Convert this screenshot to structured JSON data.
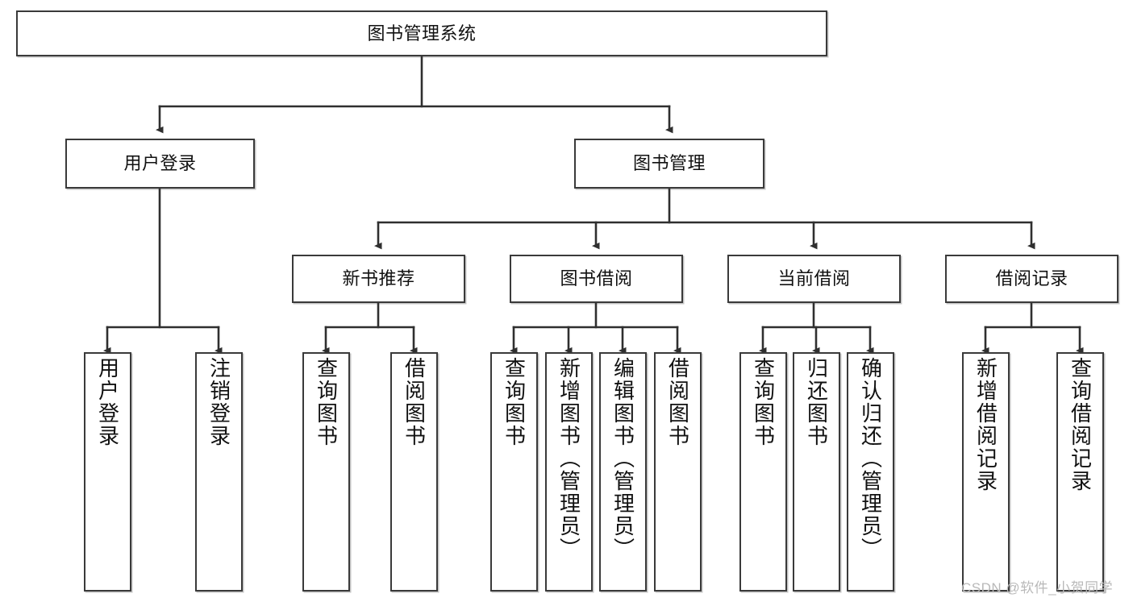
{
  "diagram": {
    "type": "tree",
    "title": "图书管理系统",
    "watermark": "CSDN @软件_小贺同学",
    "colors": {
      "node_border": "#3a3a3a",
      "node_fill": "#ffffff",
      "edge": "#2f2f2f",
      "text": "#111111",
      "watermark": "#b9b9b9",
      "background": "#ffffff"
    },
    "root": {
      "label": "图书管理系统"
    },
    "level2": [
      {
        "label": "用户登录"
      },
      {
        "label": "图书管理"
      }
    ],
    "level3": [
      {
        "label": "新书推荐"
      },
      {
        "label": "图书借阅"
      },
      {
        "label": "当前借阅"
      },
      {
        "label": "借阅记录"
      }
    ],
    "leaves": {
      "user_login": [
        {
          "label": "用户登录"
        },
        {
          "label": "注销登录"
        }
      ],
      "new_book_recommend": [
        {
          "label": "查询图书"
        },
        {
          "label": "借阅图书"
        }
      ],
      "book_borrow": [
        {
          "label": "查询图书"
        },
        {
          "label": "新增图书（管理员）"
        },
        {
          "label": "编辑图书（管理员）"
        },
        {
          "label": "借阅图书"
        }
      ],
      "current_borrow": [
        {
          "label": "查询图书"
        },
        {
          "label": "归还图书"
        },
        {
          "label": "确认归还（管理员）"
        }
      ],
      "borrow_record": [
        {
          "label": "新增借阅记录"
        },
        {
          "label": "查询借阅记录"
        }
      ]
    }
  }
}
